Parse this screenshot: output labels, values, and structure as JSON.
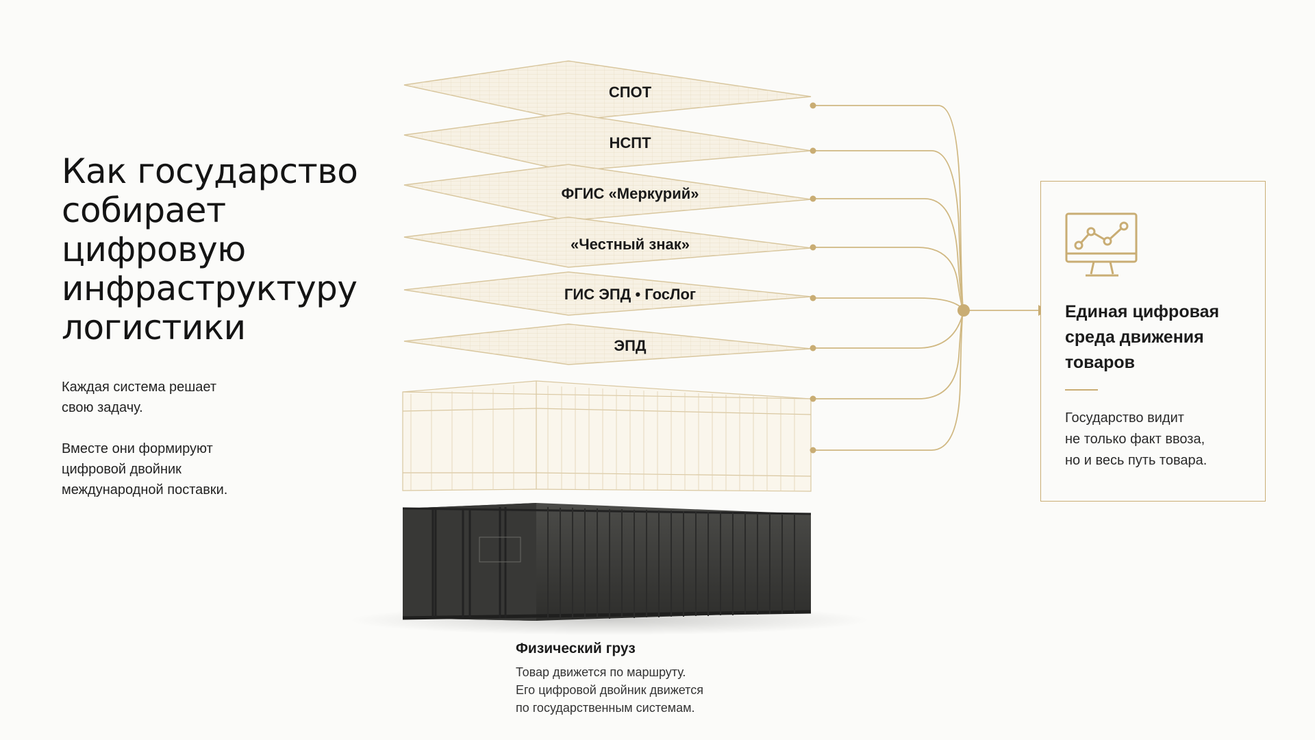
{
  "title": {
    "lines": [
      "Как государство",
      "собирает",
      "цифровую",
      "инфраструктуру",
      "логистики"
    ]
  },
  "description": {
    "para1": [
      "Каждая система решает",
      "свою задачу."
    ],
    "para2": [
      "Вместе они формируют",
      "цифровой двойник",
      "международной поставки."
    ]
  },
  "layers": [
    {
      "label": "СПОТ"
    },
    {
      "label": "НСПТ"
    },
    {
      "label": "ФГИС «Меркурий»"
    },
    {
      "label": "«Честный знак»"
    },
    {
      "label": "ГИС ЭПД • ГосЛог"
    },
    {
      "label": "ЭПД"
    }
  ],
  "result": {
    "title_lines": [
      "Единая цифровая",
      "среда движения",
      "товаров"
    ],
    "text_lines": [
      "Государство видит",
      "не только факт ввоза,",
      "но и весь путь товара."
    ],
    "icon": "monitor-chart-icon"
  },
  "cargo": {
    "title": "Физический груз",
    "text_lines": [
      "Товар движется по маршруту.",
      "Его цифровой двойник движется",
      "по государственным системам."
    ]
  },
  "colors": {
    "accent": "#c9ad74",
    "line": "#d0b882",
    "background": "#fbfbf9",
    "container": "#3d3d3b"
  }
}
